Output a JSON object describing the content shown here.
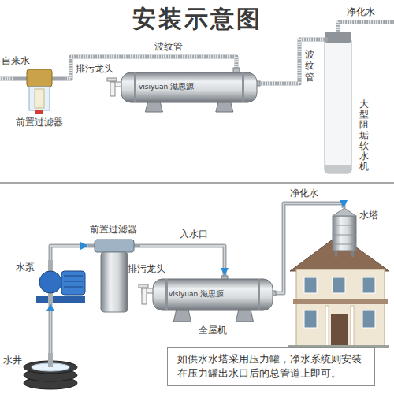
{
  "diagram": {
    "title": "安装示意图",
    "nodes": [
      {
        "text": [
          "前置过滤器"
        ]
      },
      {
        "text": [
          "visiyuan",
          "滋思源"
        ]
      },
      {
        "text": [
          "大型阻垢软水机"
        ]
      },
      {
        "text": [
          "水泵"
        ]
      },
      {
        "text": [
          "前置过滤器"
        ]
      },
      {
        "text": [
          "visiyuan",
          "滋思源",
          "全屋机"
        ]
      },
      {
        "text": [
          "水塔"
        ]
      },
      {
        "text": [
          "水井"
        ]
      },
      {
        "text": [
          "如供水水塔采用压力罐，净水系统则安装在压力罐出水口后的总管道上即可。"
        ]
      }
    ],
    "edges": [
      {
        "from": 0,
        "to": 1,
        "arrow": "none",
        "label": "波纹管"
      },
      {
        "from": 1,
        "to": 2,
        "arrow": "none",
        "label": "波纹管"
      },
      {
        "from": 7,
        "to": 3,
        "arrow": "to"
      },
      {
        "from": 3,
        "to": 4,
        "arrow": "to"
      },
      {
        "from": 4,
        "to": 5,
        "arrow": "to",
        "label": "入水口"
      },
      {
        "from": 5,
        "to": 6,
        "arrow": "to",
        "label": "净化水"
      }
    ],
    "labels": [
      "自来水",
      "净化水",
      "排污龙头",
      "排污龙头"
    ]
  }
}
